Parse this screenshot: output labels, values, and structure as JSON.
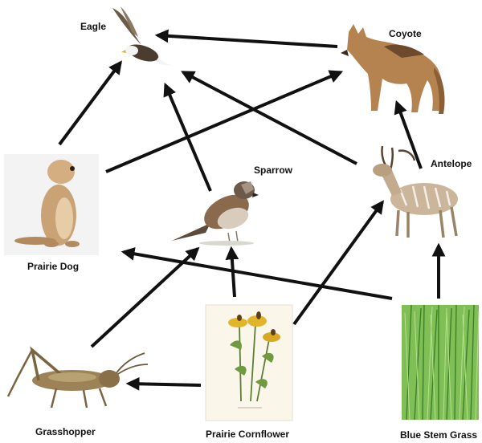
{
  "organisms": [
    {
      "id": "eagle",
      "label": "Eagle"
    },
    {
      "id": "coyote",
      "label": "Coyote"
    },
    {
      "id": "prairie-dog",
      "label": "Prairie Dog"
    },
    {
      "id": "sparrow",
      "label": "Sparrow"
    },
    {
      "id": "antelope",
      "label": "Antelope"
    },
    {
      "id": "grasshopper",
      "label": "Grasshopper"
    },
    {
      "id": "prairie-cornflower",
      "label": "Prairie Cornflower"
    },
    {
      "id": "blue-stem-grass",
      "label": "Blue Stem Grass"
    }
  ],
  "energy_flows": [
    {
      "from": "coyote",
      "to": "eagle"
    },
    {
      "from": "prairie-dog",
      "to": "eagle"
    },
    {
      "from": "prairie-dog",
      "to": "coyote"
    },
    {
      "from": "sparrow",
      "to": "eagle"
    },
    {
      "from": "antelope",
      "to": "eagle"
    },
    {
      "from": "antelope",
      "to": "coyote"
    },
    {
      "from": "blue-stem-grass",
      "to": "antelope"
    },
    {
      "from": "blue-stem-grass",
      "to": "prairie-dog"
    },
    {
      "from": "prairie-cornflower",
      "to": "antelope"
    },
    {
      "from": "prairie-cornflower",
      "to": "sparrow"
    },
    {
      "from": "prairie-cornflower",
      "to": "grasshopper"
    },
    {
      "from": "grasshopper",
      "to": "sparrow"
    }
  ],
  "colors": {
    "arrow": "#111111",
    "label": "#111111"
  }
}
